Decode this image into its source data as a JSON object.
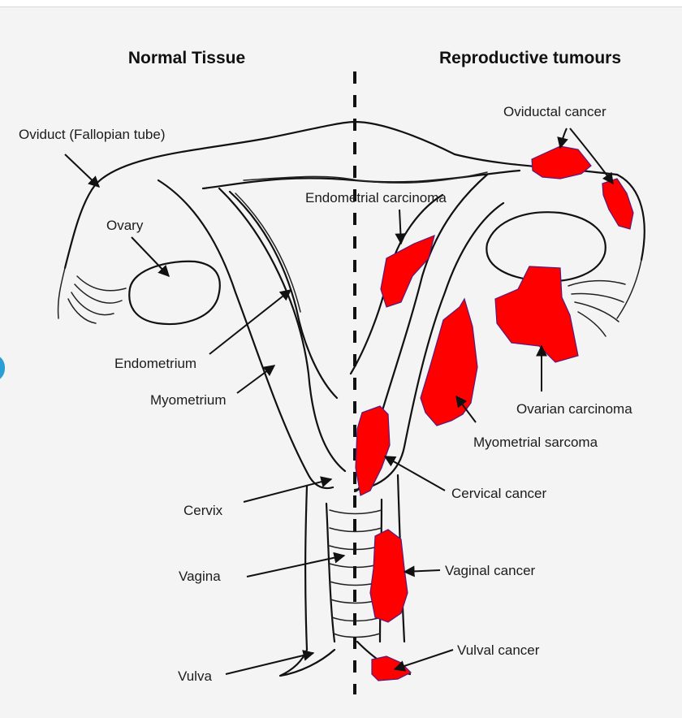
{
  "headings": {
    "left": "Normal Tissue",
    "right": "Reproductive tumours"
  },
  "normal_labels": {
    "oviduct": "Oviduct (Fallopian tube)",
    "ovary": "Ovary",
    "endometrium": "Endometrium",
    "myometrium": "Myometrium",
    "cervix": "Cervix",
    "vagina": "Vagina",
    "vulva": "Vulva"
  },
  "tumour_labels": {
    "oviductal": "Oviductal cancer",
    "endometrial": "Endometrial carcinoma",
    "ovarian": "Ovarian carcinoma",
    "myometrial": "Myometrial sarcoma",
    "cervical": "Cervical cancer",
    "vaginal": "Vaginal cancer",
    "vulval": "Vulval cancer"
  },
  "colors": {
    "tumour": "#ff0000",
    "outline": "#111111"
  }
}
